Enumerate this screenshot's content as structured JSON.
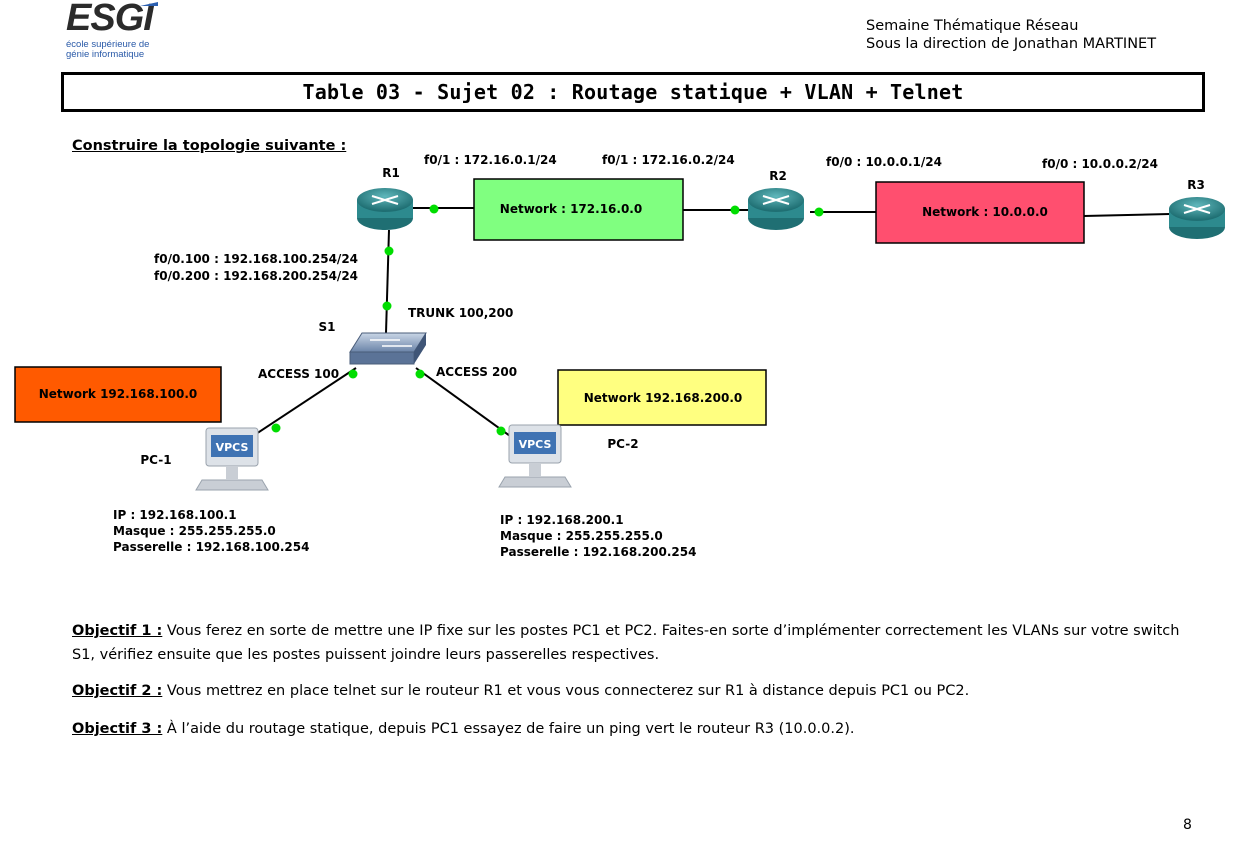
{
  "header": {
    "logo_text": "ESGI",
    "logo_subtitle_1": "école supérieure de",
    "logo_subtitle_2": "génie informatique",
    "line1": "Semaine Thématique Réseau",
    "line2": "Sous la direction de Jonathan MARTINET"
  },
  "title": "Table 03 - Sujet 02 : Routage statique + VLAN + Telnet",
  "section_label": "Construire la topologie suivante :",
  "topology": {
    "devices": {
      "r1": "R1",
      "r2": "R2",
      "r3": "R3",
      "s1": "S1",
      "pc1": "PC-1",
      "pc2": "PC-2",
      "vpcs": "VPCS"
    },
    "interfaces": {
      "r1_f01": "f0/1 : 172.16.0.1/24",
      "r2_f01": "f0/1 : 172.16.0.2/24",
      "r2_f00": "f0/0 : 10.0.0.1/24",
      "r3_f00": "f0/0 : 10.0.0.2/24",
      "r1_sub100": "f0/0.100 : 192.168.100.254/24",
      "r1_sub200": "f0/0.200 : 192.168.200.254/24",
      "trunk": "TRUNK 100,200",
      "access100": "ACCESS 100",
      "access200": "ACCESS 200"
    },
    "networks": {
      "net172": "Network : 172.16.0.0",
      "net10": "Network : 10.0.0.0",
      "net100": "Network 192.168.100.0",
      "net200": "Network 192.168.200.0"
    },
    "colors": {
      "net172": "#80ff80",
      "net10": "#ff4f6f",
      "net100": "#ff5a00",
      "net200": "#ffff80",
      "link_dot": "#00dd00",
      "router": "#2d8a8e"
    },
    "pc1_info": {
      "ip": "IP : 192.168.100.1",
      "mask": "Masque : 255.255.255.0",
      "gateway": "Passerelle : 192.168.100.254"
    },
    "pc2_info": {
      "ip": "IP : 192.168.200.1",
      "mask": "Masque : 255.255.255.0",
      "gateway": "Passerelle : 192.168.200.254"
    }
  },
  "objectives": [
    {
      "label": "Objectif 1 :",
      "text": " Vous ferez en sorte de mettre une IP fixe sur les postes PC1 et PC2. Faites-en sorte d’implémenter correctement les VLANs sur votre switch S1, vérifiez ensuite que les postes puissent joindre leurs passerelles respectives."
    },
    {
      "label": "Objectif 2 :",
      "text": " Vous mettrez en place telnet sur le routeur R1 et vous vous connecterez sur R1 à distance depuis PC1 ou PC2."
    },
    {
      "label": "Objectif 3 :",
      "text": " À l’aide du routage statique, depuis PC1 essayez de faire un ping vert le routeur R3 (10.0.0.2)."
    }
  ],
  "page_number": "8"
}
